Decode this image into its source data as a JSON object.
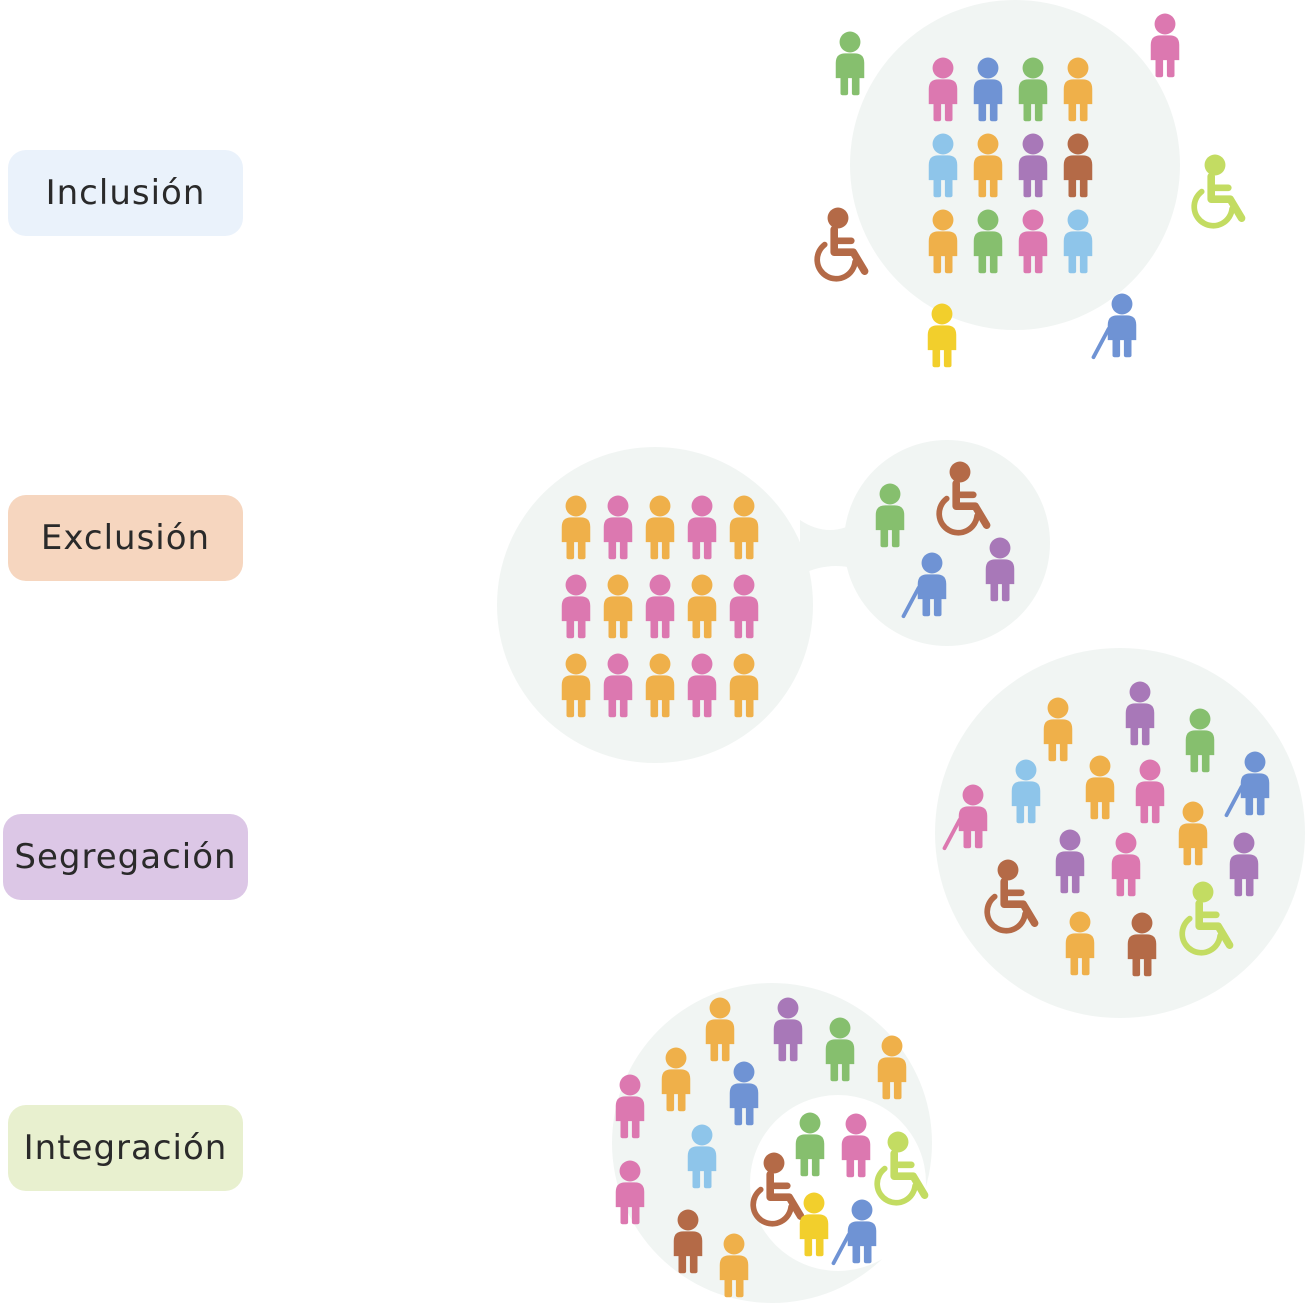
{
  "labels": {
    "inclusion": "Inclusión",
    "exclusion": "Exclusión",
    "segregacion": "Segregación",
    "integracion": "Integración"
  },
  "colors": {
    "circle_fill": "#f1f5f3",
    "orange": "#efb04a",
    "pink": "#dc78b0",
    "blue": "#6f93d4",
    "light_blue": "#8ec5ea",
    "green": "#86bf6e",
    "purple": "#a878b8",
    "brown": "#b46a47",
    "yellow": "#f2cf2c",
    "lime": "#c3dc62",
    "label_inclusion_bg": "#eaf2fb",
    "label_exclusion_bg": "#f6d6bf",
    "label_segregacion_bg": "#dcc7e6",
    "label_integracion_bg": "#e8f0cf"
  },
  "icons": [
    "person-icon",
    "wheelchair-user-icon",
    "cane-user-icon"
  ]
}
